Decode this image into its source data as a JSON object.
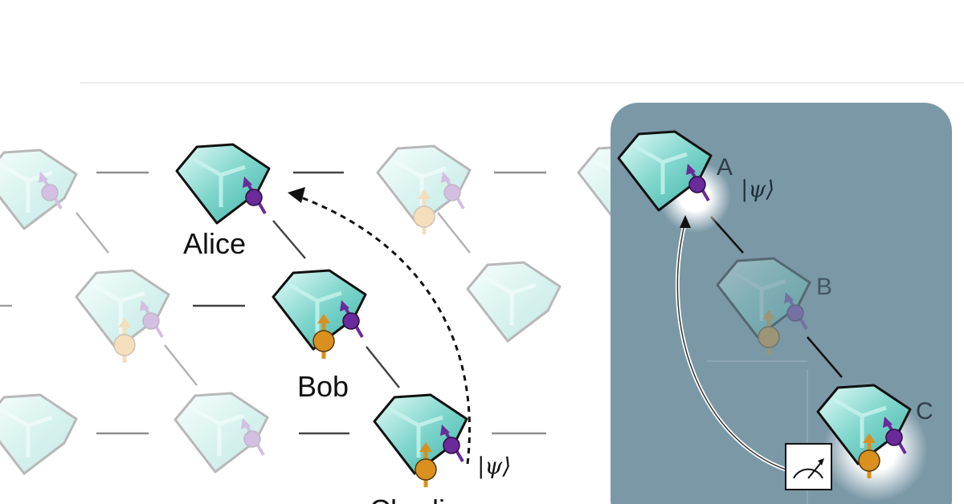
{
  "labels": {
    "alice": "Alice",
    "bob": "Bob",
    "charlie": "Charlie",
    "psi": "|ψ⟩"
  },
  "panel": {
    "a": "A",
    "b": "B",
    "c": "C",
    "psi": "|ψ⟩"
  },
  "colors": {
    "crystal": "#7fd6cc",
    "purple": "#6a2a9a",
    "orange": "#d9901e",
    "panel": "#7b98a7"
  },
  "icons": [
    "crystal-icon",
    "spin-icon",
    "meter-icon"
  ]
}
